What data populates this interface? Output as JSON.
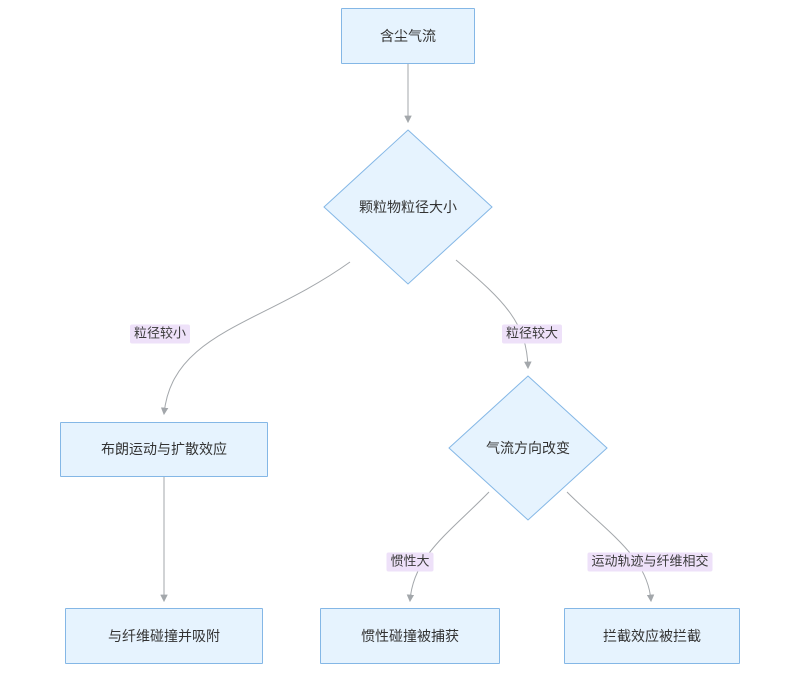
{
  "diagram": {
    "type": "flowchart",
    "direction": "top-down",
    "nodes": {
      "start": {
        "label": "含尘气流",
        "shape": "rect"
      },
      "decision_size": {
        "label": "颗粒物粒径大小",
        "shape": "diamond"
      },
      "brownian": {
        "label": "布朗运动与扩散效应",
        "shape": "rect"
      },
      "decision_direction": {
        "label": "气流方向改变",
        "shape": "diamond"
      },
      "adsorb": {
        "label": "与纤维碰撞并吸附",
        "shape": "rect"
      },
      "inertia_capture": {
        "label": "惯性碰撞被捕获",
        "shape": "rect"
      },
      "intercept": {
        "label": "拦截效应被拦截",
        "shape": "rect"
      }
    },
    "edge_labels": {
      "smaller": "粒径较小",
      "larger": "粒径较大",
      "big_inertia": "惯性大",
      "trajectory": "运动轨迹与纤维相交"
    },
    "edges": [
      {
        "from": "start",
        "to": "decision_size",
        "label": ""
      },
      {
        "from": "decision_size",
        "to": "brownian",
        "label": "粒径较小"
      },
      {
        "from": "decision_size",
        "to": "decision_direction",
        "label": "粒径较大"
      },
      {
        "from": "brownian",
        "to": "adsorb",
        "label": ""
      },
      {
        "from": "decision_direction",
        "to": "inertia_capture",
        "label": "惯性大"
      },
      {
        "from": "decision_direction",
        "to": "intercept",
        "label": "运动轨迹与纤维相交"
      }
    ],
    "colors": {
      "node_fill": "#e6f3fe",
      "node_border": "#84b7e6",
      "edge_stroke": "#a3a7ab",
      "edge_label_bg": "#eee1f9",
      "text": "#333333"
    }
  }
}
